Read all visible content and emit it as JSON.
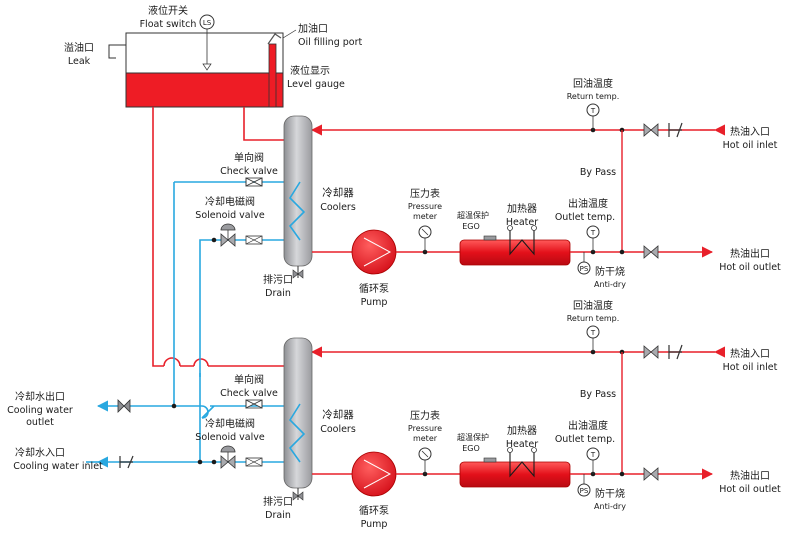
{
  "tank": {
    "float_switch_cn": "液位开关",
    "float_switch_en": "Float switch",
    "ls": "LS",
    "leak_cn": "溢油口",
    "leak_en": "Leak",
    "fill_cn": "加油口",
    "fill_en": "Oil filling port",
    "gauge_cn": "液位显示",
    "gauge_en": "Level gauge"
  },
  "units": [
    {
      "return_cn": "回油温度",
      "return_en": "Return temp.",
      "inlet_cn": "热油入口",
      "inlet_en": "Hot oil inlet",
      "outlet_cn": "热油出口",
      "outlet_en": "Hot oil outlet",
      "bypass": "By Pass",
      "check_cn": "单向阀",
      "check_en": "Check valve",
      "solenoid_cn": "冷却电磁阀",
      "solenoid_en": "Solenoid valve",
      "coolers_cn": "冷却器",
      "coolers_en": "Coolers",
      "pressure_cn": "压力表",
      "pressure_en1": "Pressure",
      "pressure_en2": "meter",
      "ego_cn": "超温保护",
      "ego_en": "EGO",
      "heater_cn": "加热器",
      "heater_en": "Heater",
      "outtemp_cn": "出油温度",
      "outtemp_en": "Outlet temp.",
      "ps": "PS",
      "antidry_cn": "防干烧",
      "antidry_en": "Anti-dry",
      "drain_cn": "排污口",
      "drain_en": "Drain",
      "pump_cn": "循环泵",
      "pump_en": "Pump",
      "t_symbol": "T"
    },
    {
      "return_cn": "回油温度",
      "return_en": "Return temp.",
      "inlet_cn": "热油入口",
      "inlet_en": "Hot oil inlet",
      "outlet_cn": "热油出口",
      "outlet_en": "Hot oil outlet",
      "bypass": "By Pass",
      "check_cn": "单向阀",
      "check_en": "Check valve",
      "solenoid_cn": "冷却电磁阀",
      "solenoid_en": "Solenoid valve",
      "coolers_cn": "冷却器",
      "coolers_en": "Coolers",
      "pressure_cn": "压力表",
      "pressure_en1": "Pressure",
      "pressure_en2": "meter",
      "ego_cn": "超温保护",
      "ego_en": "EGO",
      "heater_cn": "加热器",
      "heater_en": "Heater",
      "outtemp_cn": "出油温度",
      "outtemp_en": "Outlet temp.",
      "ps": "PS",
      "antidry_cn": "防干烧",
      "antidry_en": "Anti-dry",
      "drain_cn": "排污口",
      "drain_en": "Drain",
      "pump_cn": "循环泵",
      "pump_en": "Pump",
      "t_symbol": "T"
    }
  ],
  "cooling": {
    "out_cn": "冷却水出口",
    "out_en1": "Cooling water",
    "out_en2": "outlet",
    "in_cn": "冷却水入口",
    "in_en": "Cooling water inlet"
  },
  "colors": {
    "oil_line": "#e8202a",
    "water_line": "#29a8e0",
    "tank_fill": "#ee1c25",
    "cooler_gray": "#a9aaae"
  }
}
